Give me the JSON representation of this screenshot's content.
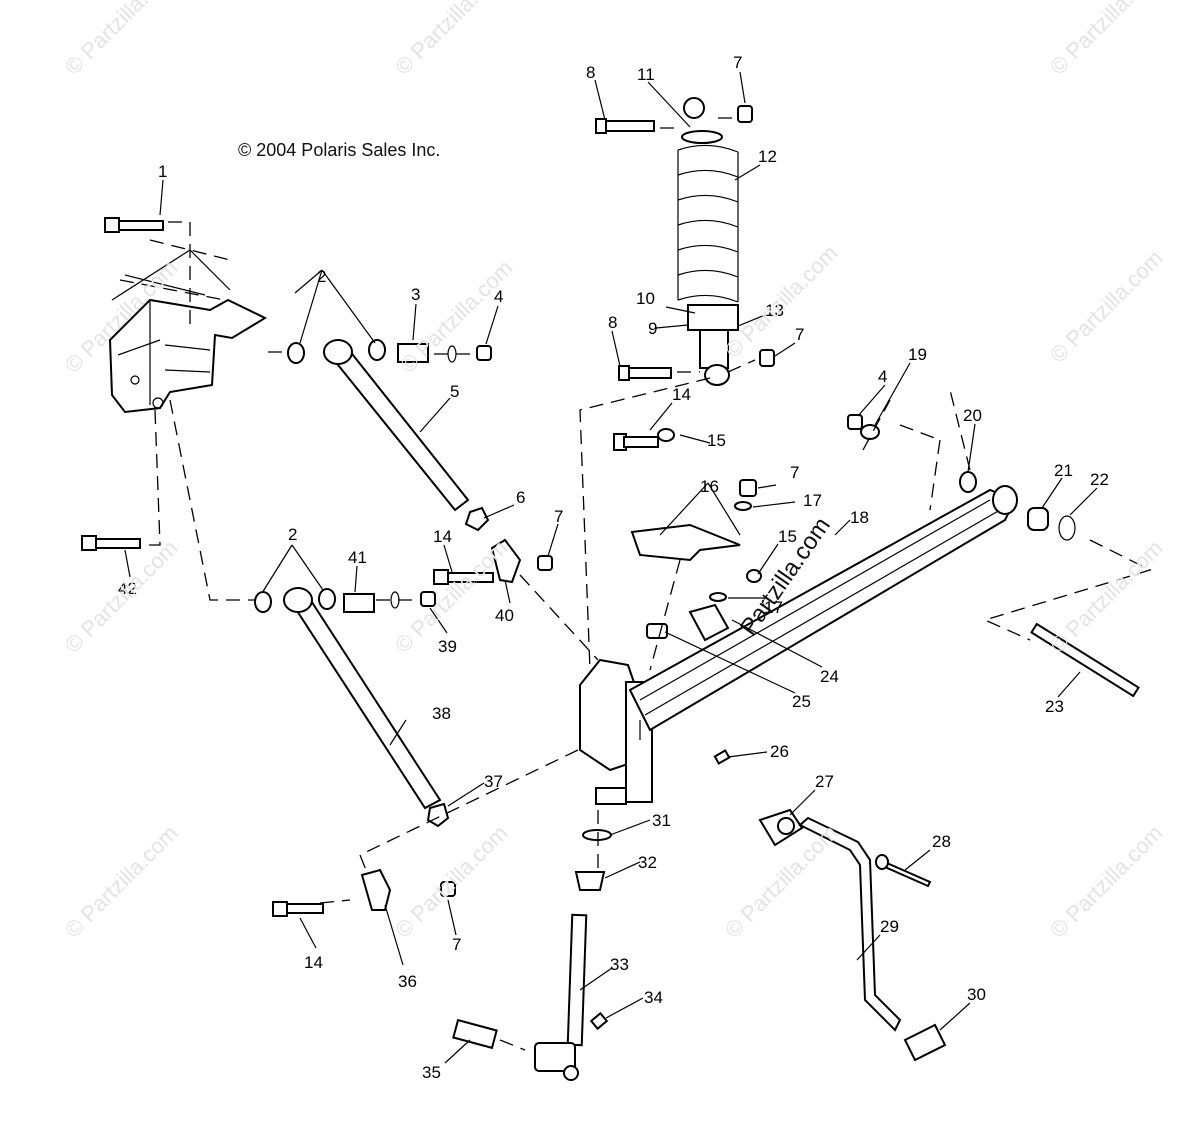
{
  "copyright": "© 2004 Polaris Sales Inc.",
  "watermark_text": "© Partzilla.com",
  "center_watermark_text": "Partzilla.com",
  "callouts": [
    {
      "id": "c1",
      "text": "1"
    },
    {
      "id": "c2a",
      "text": "2"
    },
    {
      "id": "c2b",
      "text": "2"
    },
    {
      "id": "c3",
      "text": "3"
    },
    {
      "id": "c4a",
      "text": "4"
    },
    {
      "id": "c4b",
      "text": "4"
    },
    {
      "id": "c5",
      "text": "5"
    },
    {
      "id": "c6",
      "text": "6"
    },
    {
      "id": "c7a",
      "text": "7"
    },
    {
      "id": "c7b",
      "text": "7"
    },
    {
      "id": "c7c",
      "text": "7"
    },
    {
      "id": "c7d",
      "text": "7"
    },
    {
      "id": "c7e",
      "text": "7"
    },
    {
      "id": "c8a",
      "text": "8"
    },
    {
      "id": "c8b",
      "text": "8"
    },
    {
      "id": "c9",
      "text": "9"
    },
    {
      "id": "c10",
      "text": "10"
    },
    {
      "id": "c11",
      "text": "11"
    },
    {
      "id": "c12",
      "text": "12"
    },
    {
      "id": "c13",
      "text": "13"
    },
    {
      "id": "c14a",
      "text": "14"
    },
    {
      "id": "c14b",
      "text": "14"
    },
    {
      "id": "c14c",
      "text": "14"
    },
    {
      "id": "c15a",
      "text": "15"
    },
    {
      "id": "c15b",
      "text": "15"
    },
    {
      "id": "c16",
      "text": "16"
    },
    {
      "id": "c17a",
      "text": "17"
    },
    {
      "id": "c17b",
      "text": "17"
    },
    {
      "id": "c18",
      "text": "18"
    },
    {
      "id": "c19",
      "text": "19"
    },
    {
      "id": "c20",
      "text": "20"
    },
    {
      "id": "c21",
      "text": "21"
    },
    {
      "id": "c22",
      "text": "22"
    },
    {
      "id": "c23",
      "text": "23"
    },
    {
      "id": "c24",
      "text": "24"
    },
    {
      "id": "c25",
      "text": "25"
    },
    {
      "id": "c26",
      "text": "26"
    },
    {
      "id": "c27",
      "text": "27"
    },
    {
      "id": "c28",
      "text": "28"
    },
    {
      "id": "c29",
      "text": "29"
    },
    {
      "id": "c30",
      "text": "30"
    },
    {
      "id": "c31",
      "text": "31"
    },
    {
      "id": "c32",
      "text": "32"
    },
    {
      "id": "c33",
      "text": "33"
    },
    {
      "id": "c34",
      "text": "34"
    },
    {
      "id": "c35",
      "text": "35"
    },
    {
      "id": "c36",
      "text": "36"
    },
    {
      "id": "c37",
      "text": "37"
    },
    {
      "id": "c38",
      "text": "38"
    },
    {
      "id": "c39",
      "text": "39"
    },
    {
      "id": "c40",
      "text": "40"
    },
    {
      "id": "c41",
      "text": "41"
    },
    {
      "id": "c42",
      "text": "42"
    }
  ]
}
